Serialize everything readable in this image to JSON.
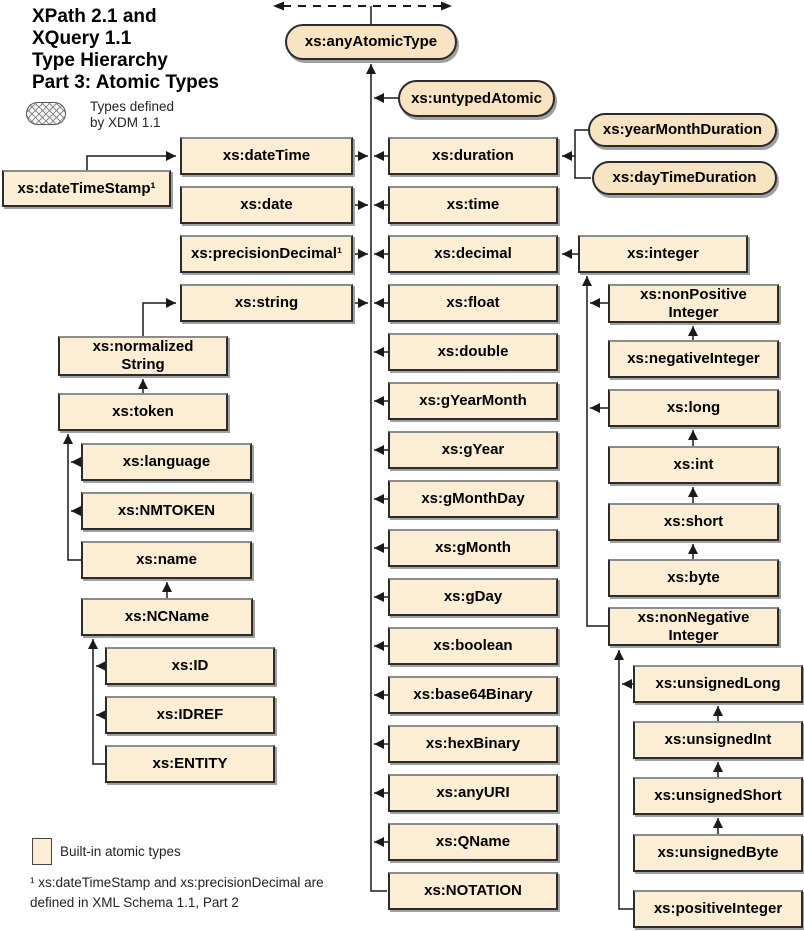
{
  "title": {
    "text": "XPath 2.1 and\nXQuery 1.1\nType Hierarchy\nPart 3: Atomic Types"
  },
  "legend": {
    "xdm": {
      "label": "Types defined\nby XDM 1.1"
    },
    "builtin": {
      "label": "Built-in atomic types"
    }
  },
  "footnote": {
    "text": "¹ xs:dateTimeStamp and xs:precisionDecimal are\ndefined in XML Schema 1.1, Part 2"
  },
  "colors": {
    "box_fill": "#FCEDD5",
    "stadium_fill": "#F8E3C2",
    "border": "#2B2B2B",
    "shadow": "#A0A0A0",
    "line": "#1A1A1A"
  },
  "nodes": {
    "anyAtomicType": "xs:anyAtomicType",
    "untypedAtomic": "xs:untypedAtomic",
    "yearMonthDuration": "xs:yearMonthDuration",
    "dayTimeDuration": "xs:dayTimeDuration",
    "dateTimeStamp": "xs:dateTimeStamp¹",
    "dateTime": "xs:dateTime",
    "date": "xs:date",
    "precisionDecimal": "xs:precisionDecimal¹",
    "string": "xs:string",
    "normalizedString": "xs:normalized\nString",
    "token": "xs:token",
    "language": "xs:language",
    "NMTOKEN": "xs:NMTOKEN",
    "name": "xs:name",
    "NCName": "xs:NCName",
    "ID": "xs:ID",
    "IDREF": "xs:IDREF",
    "ENTITY": "xs:ENTITY",
    "duration": "xs:duration",
    "time": "xs:time",
    "decimal": "xs:decimal",
    "float": "xs:float",
    "double": "xs:double",
    "gYearMonth": "xs:gYearMonth",
    "gYear": "xs:gYear",
    "gMonthDay": "xs:gMonthDay",
    "gMonth": "xs:gMonth",
    "gDay": "xs:gDay",
    "boolean": "xs:boolean",
    "base64Binary": "xs:base64Binary",
    "hexBinary": "xs:hexBinary",
    "anyURI": "xs:anyURI",
    "QName": "xs:QName",
    "NOTATION": "xs:NOTATION",
    "integer": "xs:integer",
    "nonPositiveInteger": "xs:nonPositive\nInteger",
    "negativeInteger": "xs:negativeInteger",
    "long": "xs:long",
    "int": "xs:int",
    "short": "xs:short",
    "byte": "xs:byte",
    "nonNegativeInteger": "xs:nonNegative\nInteger",
    "unsignedLong": "xs:unsignedLong",
    "unsignedInt": "xs:unsignedInt",
    "unsignedShort": "xs:unsignedShort",
    "unsignedByte": "xs:unsignedByte",
    "positiveInteger": "xs:positiveInteger"
  }
}
